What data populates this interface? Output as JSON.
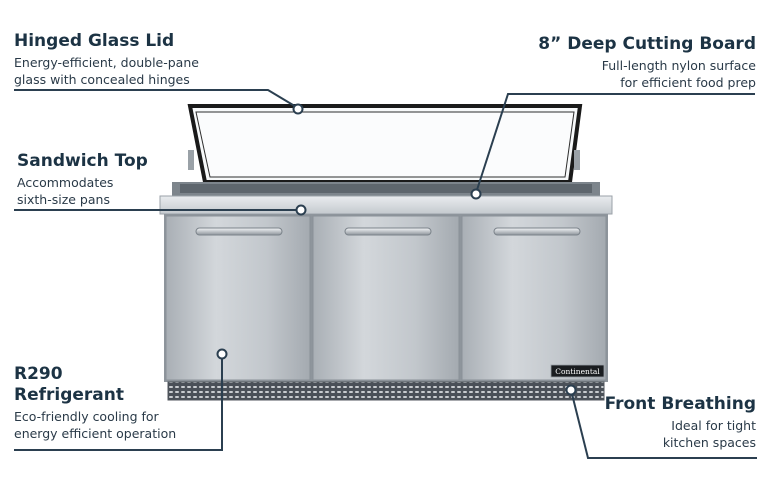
{
  "callouts": {
    "hinged_lid": {
      "title": "Hinged Glass Lid",
      "desc_line1": "Energy-efficient, double-pane",
      "desc_line2": "glass with concealed hinges"
    },
    "cutting_board": {
      "title": "8” Deep Cutting Board",
      "desc_line1": "Full-length nylon surface",
      "desc_line2": "for efficient food prep"
    },
    "sandwich_top": {
      "title": "Sandwich Top",
      "desc_line1": "Accommodates",
      "desc_line2": "sixth-size pans"
    },
    "refrigerant": {
      "title_line1": "R290",
      "title_line2": "Refrigerant",
      "desc_line1": "Eco-friendly cooling for",
      "desc_line2": "energy efficient operation"
    },
    "front_breathing": {
      "title": "Front Breathing",
      "desc_line1": "Ideal for tight",
      "desc_line2": "kitchen spaces"
    }
  },
  "brand_plate": "Continental",
  "colors": {
    "heading": "#1c3344",
    "line": "#2b3f50",
    "steel": "#b9bec3",
    "steel_dark": "#8e959c"
  }
}
